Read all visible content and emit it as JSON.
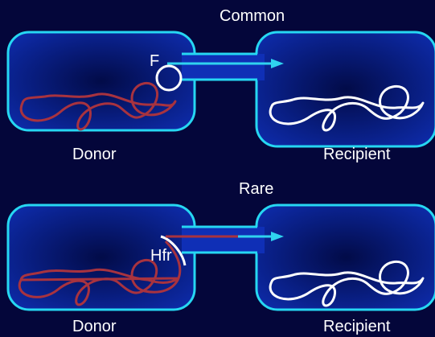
{
  "colors": {
    "background": "#04063a",
    "cell_outline": "#26d7f2",
    "cell_center": "#020b48",
    "cell_edge": "#0f2fb6",
    "donor_chromosome": "#a8333f",
    "recipient_chromosome": "#ffffff",
    "transfer_arrow": "#2fd3ef",
    "plasmid": "#ffffff"
  },
  "panels": {
    "common": {
      "heading": "Common",
      "donor_label": "Donor",
      "recipient_label": "Recipient",
      "element_label": "F"
    },
    "rare": {
      "heading": "Rare",
      "donor_label": "Donor",
      "recipient_label": "Recipient",
      "element_label": "Hfr"
    }
  }
}
